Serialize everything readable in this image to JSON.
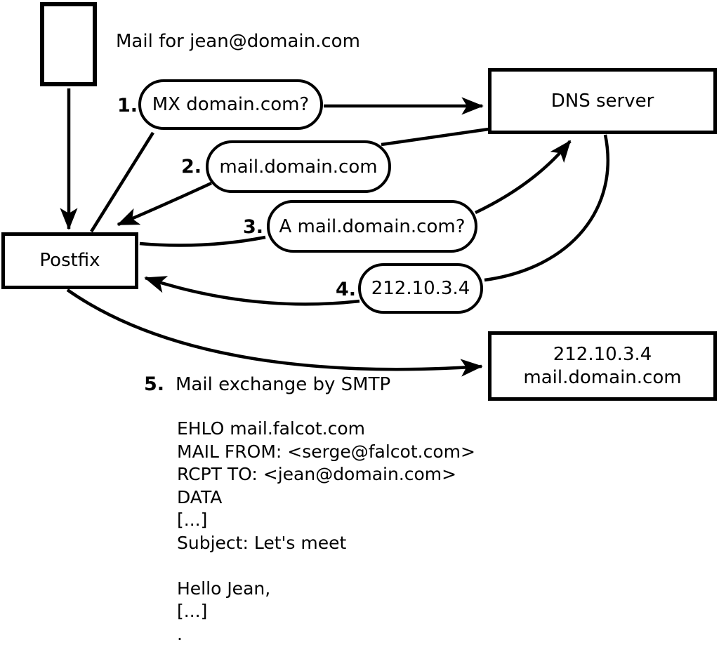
{
  "header": {
    "caption": "Mail for jean@domain.com"
  },
  "nodes": {
    "postfix": {
      "label": "Postfix"
    },
    "dns_server": {
      "label": "DNS server"
    },
    "mail_server": {
      "line1": "212.10.3.4",
      "line2": "mail.domain.com"
    }
  },
  "steps": [
    {
      "num": "1.",
      "label": "MX domain.com?"
    },
    {
      "num": "2.",
      "label": "mail.domain.com"
    },
    {
      "num": "3.",
      "label": "A mail.domain.com?"
    },
    {
      "num": "4.",
      "label": "212.10.3.4"
    },
    {
      "num": "5.",
      "label": "Mail exchange by SMTP"
    }
  ],
  "smtp_session": {
    "lines": [
      "EHLO mail.falcot.com",
      "MAIL FROM: <serge@falcot.com>",
      "RCPT TO: <jean@domain.com>",
      "DATA",
      "[...]",
      "Subject: Let's meet",
      "",
      "Hello Jean,",
      "[...]",
      "."
    ]
  },
  "colors": {
    "line": "#000000",
    "background": "#ffffff"
  }
}
